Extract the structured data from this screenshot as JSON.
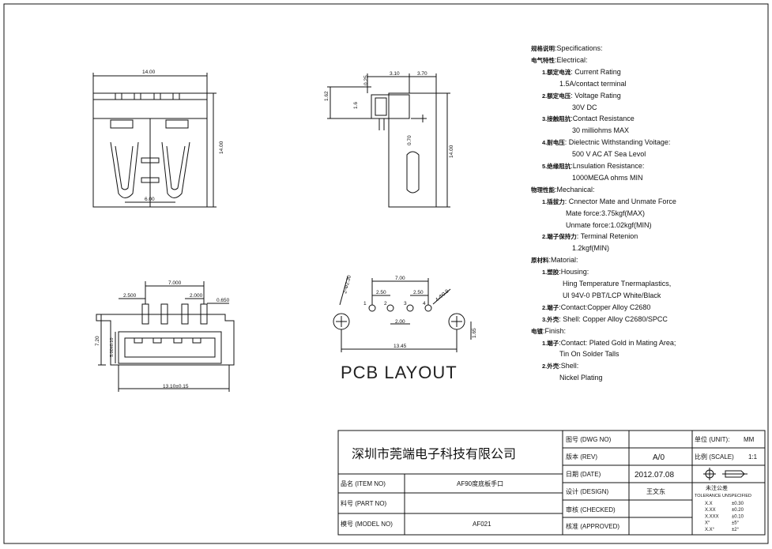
{
  "dims": {
    "front_width": "14.00",
    "front_height": "14.00",
    "front_inner": "6.00",
    "side_top_a": "3.10",
    "side_top_b": "3.70",
    "side_a": "0.25",
    "side_b": "1.62",
    "side_c": "1.6",
    "side_d": "0.70",
    "side_height": "14.00",
    "bottom_pitch_total": "7.000",
    "bottom_pitch_a": "2.500",
    "bottom_pitch_b": "2.000",
    "bottom_pin": "0.650",
    "bottom_height": "7.20",
    "bottom_inner": "5.00±0.10",
    "bottom_width": "13.10±0.15",
    "pcb_big_hole": "2-Φ2.30",
    "pcb_small_hole": "4-Φ0.9",
    "pcb_total_pitch": "7.00",
    "pcb_p1": "2.50",
    "pcb_p2": "2.50",
    "pcb_p3": "2.00",
    "pcb_span": "13.45",
    "pcb_offset": "1.65",
    "pin_1": "1",
    "pin_2": "2",
    "pin_3": "3",
    "pin_4": "4"
  },
  "pcb_title": "PCB LAYOUT",
  "specs": [
    {
      "cn": "规格说明",
      "en": ":Specifications:",
      "indent": 0
    },
    {
      "cn": "电气特性",
      "en": ":Electrical:",
      "indent": 0
    },
    {
      "cn": "1.额定电流",
      "en": ": Current Rating",
      "indent": 1
    },
    {
      "cn": "",
      "en": "1.5A/contact terminal",
      "indent": 3
    },
    {
      "cn": "2.额定电压",
      "en": ": Voltage Rating",
      "indent": 1
    },
    {
      "cn": "",
      "en": "30V DC",
      "indent": 2
    },
    {
      "cn": "3.接触阻抗",
      "en": ":Contact Resistance",
      "indent": 1
    },
    {
      "cn": "",
      "en": "30 milliohms MAX",
      "indent": 2
    },
    {
      "cn": "4.耐电压",
      "en": ": Dielectnic Withstanding Voitage:",
      "indent": 1
    },
    {
      "cn": "",
      "en": "500 V AC AT Sea Levol",
      "indent": 2
    },
    {
      "cn": "5.绝缘阻抗",
      "en": ":Lnsulation Resistance:",
      "indent": 1
    },
    {
      "cn": "",
      "en": "1000MEGA ohms MIN",
      "indent": 2
    },
    {
      "cn": "物理性能",
      "en": ":Mechanical:",
      "indent": 0
    },
    {
      "cn": "1.插拔力",
      "en": ": Cnnector Mate and Unmate Force",
      "indent": 1
    },
    {
      "cn": "",
      "en": "Mate force:3.75kgf(MAX)",
      "indent": 4
    },
    {
      "cn": "",
      "en": "Unmate force:1.02kgf(MIN)",
      "indent": 4
    },
    {
      "cn": "2.端子保持力",
      "en": ": Terminal Retenion",
      "indent": 1
    },
    {
      "cn": "",
      "en": "1.2kgf(MIN)",
      "indent": 2
    },
    {
      "cn": "原材料",
      "en": ":Matorial:",
      "indent": 0
    },
    {
      "cn": "1.塑胶",
      "en": ":Housing:",
      "indent": 1
    },
    {
      "cn": "",
      "en": "Hing Temperature  Tnermaplastics,",
      "indent": 5
    },
    {
      "cn": "",
      "en": "Ul 94V-0  PBT/LCP White/Black",
      "indent": 5
    },
    {
      "cn": "2.端子",
      "en": ":Contact:Copper Alloy C2680",
      "indent": 1
    },
    {
      "cn": "3.外壳",
      "en": ": Shell:  Copper Alloy C2680/SPCC",
      "indent": 1
    },
    {
      "cn": "电镀",
      "en": ":Finish:",
      "indent": 0
    },
    {
      "cn": "1.端子",
      "en": ":Contact:  Plated Gold in Mating Area;",
      "indent": 1
    },
    {
      "cn": "",
      "en": "Tin On Solder Talls",
      "indent": 6
    },
    {
      "cn": "2.外壳",
      "en": ":Shell:",
      "indent": 1
    },
    {
      "cn": "",
      "en": "Nickel Plating",
      "indent": 6
    }
  ],
  "title_block": {
    "company": "深圳市莞端电子科技有限公司",
    "dwg_no_label": "图号  (DWG NO)",
    "dwg_no_value": "",
    "rev_label": "版本  (REV)",
    "rev_value": "A/0",
    "date_label": "日期  (DATE)",
    "date_value": "2012.07.08",
    "design_label": "设计  (DESIGN)",
    "design_value": "王文东",
    "checked_label": "审核  (CHECKED)",
    "checked_value": "",
    "approved_label": "核准  (APPROVED)",
    "approved_value": "",
    "unit_label": "单位  (UNIT):",
    "unit_value": "MM",
    "scale_label": "比例  (SCALE)",
    "scale_value": "1:1",
    "item_no_label": "品名   (ITEM NO)",
    "item_no_value": "AF90度底板手口",
    "part_no_label": "料号   (PART NO)",
    "part_no_value": "",
    "model_no_label": "模号   (MODEL NO)",
    "model_no_value": "AF021",
    "tolerance_cn": "未注公差",
    "tolerance_en": "TOLERANCE UNSPECIFIED",
    "tolerances": [
      {
        "k": "X.X",
        "v": "±0.30"
      },
      {
        "k": "X.XX",
        "v": "±0.20"
      },
      {
        "k": "X.XXX",
        "v": "±0.10"
      },
      {
        "k": "X°",
        "v": "±5°"
      },
      {
        "k": "X.X°",
        "v": "±2°"
      }
    ]
  }
}
